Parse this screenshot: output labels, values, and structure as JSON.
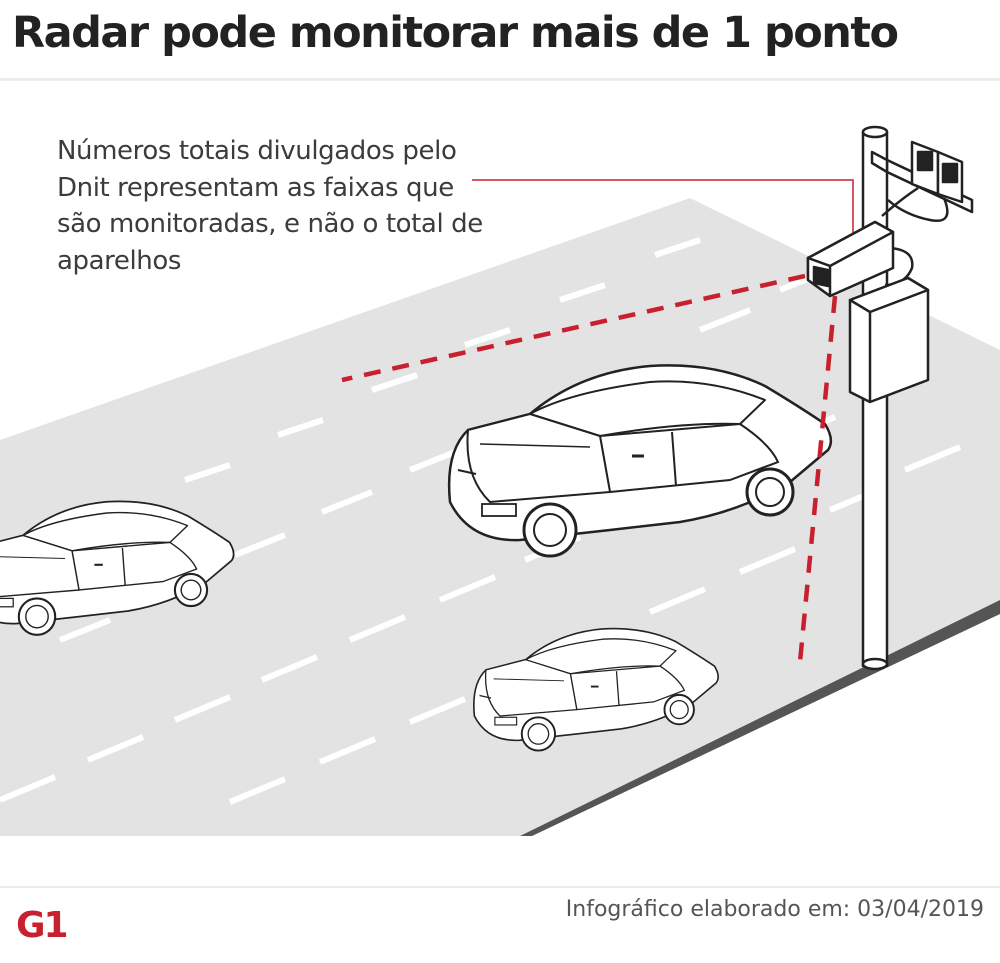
{
  "header": {
    "title": "Radar pode monitorar mais de 1 ponto"
  },
  "callout": {
    "text": "Números totais divulgados pelo Dnit representam as faixas que são monitoradas, e não o total de aparelhos"
  },
  "footer": {
    "logo_label": "G1",
    "credit": "Infográfico elaborado em: 03/04/2019"
  },
  "colors": {
    "accent": "#c8202f",
    "road": "#e3e3e3",
    "curb": "#555555",
    "stroke": "#222222"
  },
  "icons": [
    "speed-camera-icon",
    "car-icon",
    "g1-logo-icon"
  ]
}
